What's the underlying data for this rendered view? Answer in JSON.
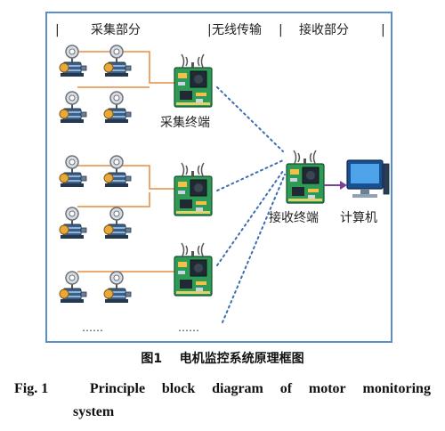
{
  "diagram": {
    "sections": {
      "collection": "采集部分",
      "wireless": "无线传输",
      "receiving": "接收部分"
    },
    "labels": {
      "collection_terminal": "采集终端",
      "receiving_terminal": "接收终端",
      "computer": "计算机",
      "ellipsis_motors": "……",
      "ellipsis_boards": "……"
    },
    "colors": {
      "frame": "#5b8fc9",
      "wire": "#e88a3c",
      "wireless_dots": "#3d6fb0",
      "board": "#2f9a55",
      "arrow": "#7b3f9e"
    }
  },
  "caption": {
    "cn_label": "图1",
    "cn_title": "电机监控系统原理框图",
    "en_label": "Fig. 1",
    "en_title_line1": [
      "Principle",
      "block",
      "diagram",
      "of",
      "motor",
      "monitoring"
    ],
    "en_title_line2": "system"
  }
}
